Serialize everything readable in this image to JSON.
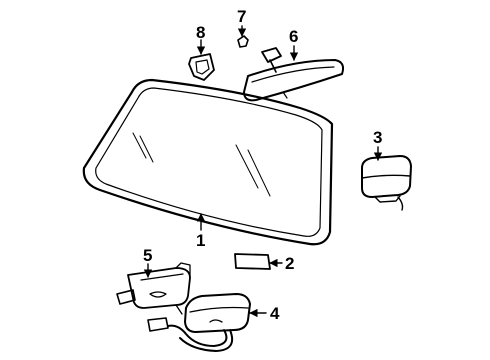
{
  "diagram": {
    "callouts": [
      {
        "id": "c1",
        "number": "1"
      },
      {
        "id": "c2",
        "number": "2"
      },
      {
        "id": "c3",
        "number": "3"
      },
      {
        "id": "c4",
        "number": "4"
      },
      {
        "id": "c5",
        "number": "5"
      },
      {
        "id": "c6",
        "number": "6"
      },
      {
        "id": "c7",
        "number": "7"
      },
      {
        "id": "c8",
        "number": "8"
      }
    ]
  }
}
